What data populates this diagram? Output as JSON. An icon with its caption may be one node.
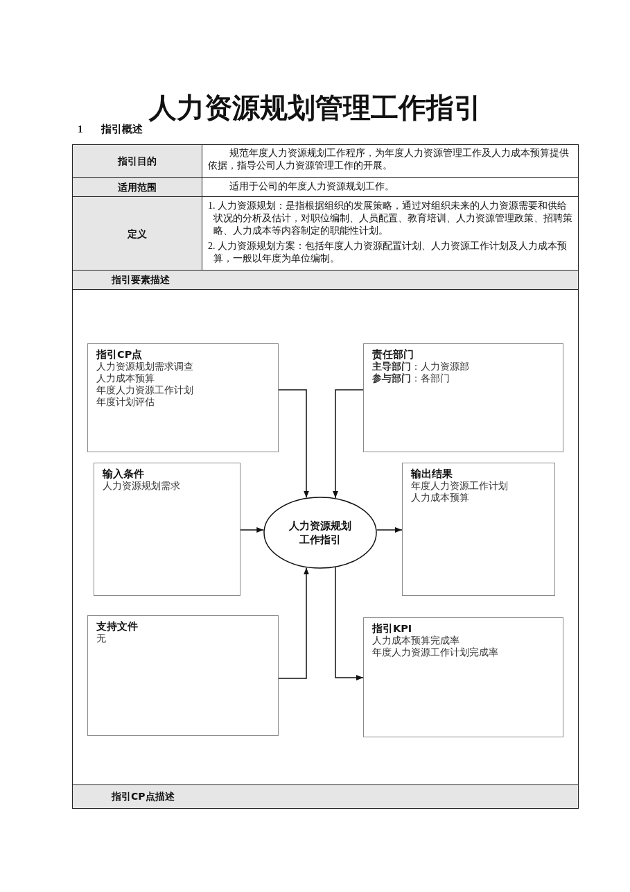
{
  "diagram": {
    "title": "人力资源规划管理工作指引",
    "nodes": [
      {
        "text": [
          "指引CP点",
          "人力资源规划需求调查",
          "人力成本预算",
          "年度人力资源工作计划",
          "年度计划评估"
        ]
      },
      {
        "text": [
          "责任部门",
          "**主导部门**：人力资源部",
          "**参与部门**：各部门"
        ]
      },
      {
        "text": [
          "输入条件",
          "人力资源规划需求"
        ]
      },
      {
        "text": [
          "人力资源规划工作指引"
        ]
      },
      {
        "text": [
          "输出结果",
          "年度人力资源工作计划",
          "人力成本预算"
        ]
      },
      {
        "text": [
          "支持文件",
          "无"
        ]
      },
      {
        "text": [
          "指引KPI",
          "人力成本预算完成率",
          "年度人力资源工作计划完成率"
        ]
      }
    ],
    "edges": [
      {
        "from": 0,
        "to": 3,
        "arrow": "to"
      },
      {
        "from": 1,
        "to": 3,
        "arrow": "to"
      },
      {
        "from": 2,
        "to": 3,
        "arrow": "to"
      },
      {
        "from": 3,
        "to": 4,
        "arrow": "to"
      },
      {
        "from": 5,
        "to": 3,
        "arrow": "to"
      },
      {
        "from": 3,
        "to": 6,
        "arrow": "to"
      }
    ],
    "labels": [
      "1",
      "指引概述",
      "指引目的",
      "规范年度人力资源规划工作程序，为年度人力资源管理工作及人力成本预算提供依据，指导公司人力资源管理工作的开展。",
      "适用范围",
      "适用于公司的年度人力资源规划工作。",
      "定义",
      "1. 人力资源规划：是指根据组织的发展策略，通过对组织未来的人力资源需要和供给状况的分析及估计，对职位编制、人员配置、教育培训、人力资源管理政策、招聘策略、人力成本等内容制定的职能性计划。",
      "2. 人力资源规划方案：包括年度人力资源配置计划、人力资源工作计划及人力成本预算，一般以年度为单位编制。",
      "指引要素描述",
      "指引CP点描述"
    ]
  }
}
